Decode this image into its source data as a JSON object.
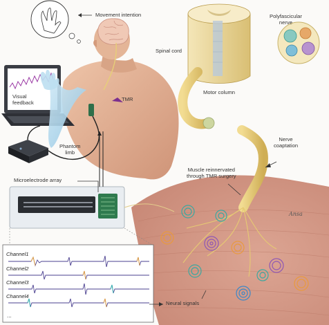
{
  "labels": {
    "movement_intention": "Movement intention",
    "polyfascicular_nerve": "Polyfascicular\nnerve",
    "spinal_cord": "Spinal cord",
    "tmr": "TMR",
    "visual_feedback": "Visual\nfeedback",
    "motor_column": "Motor column",
    "nerve_coaptation": "Nerve\ncoaptation",
    "phantom_limb": "Phantom\nlimb",
    "muscle_reinnervated": "Muscle reinnervated\nthrough TMR surgery",
    "microelectrode_array": "Microelectrode array",
    "neural_signals": "Neural signals",
    "signature": "Ansa"
  },
  "channels": [
    "Channel1",
    "Channel2",
    "Channel3",
    "Channel4"
  ],
  "ellipsis": "...",
  "colors": {
    "muscle": "#d79d8a",
    "skin": "#e2b296",
    "nerve": "#e8cf7a",
    "laptop": "#3a3d44",
    "phantom_arm": "#a8d3ea",
    "hologram_panel": "#eaeef2",
    "signal_purple": "#4a3f8f",
    "signal_orange": "#e9a33a",
    "signal_teal": "#2db7b1",
    "tmr_arrow": "#7b2f8e"
  },
  "icons": [
    "brain-icon",
    "hand-thought-icon",
    "electrode-chip-icon",
    "recording-box-icon"
  ]
}
